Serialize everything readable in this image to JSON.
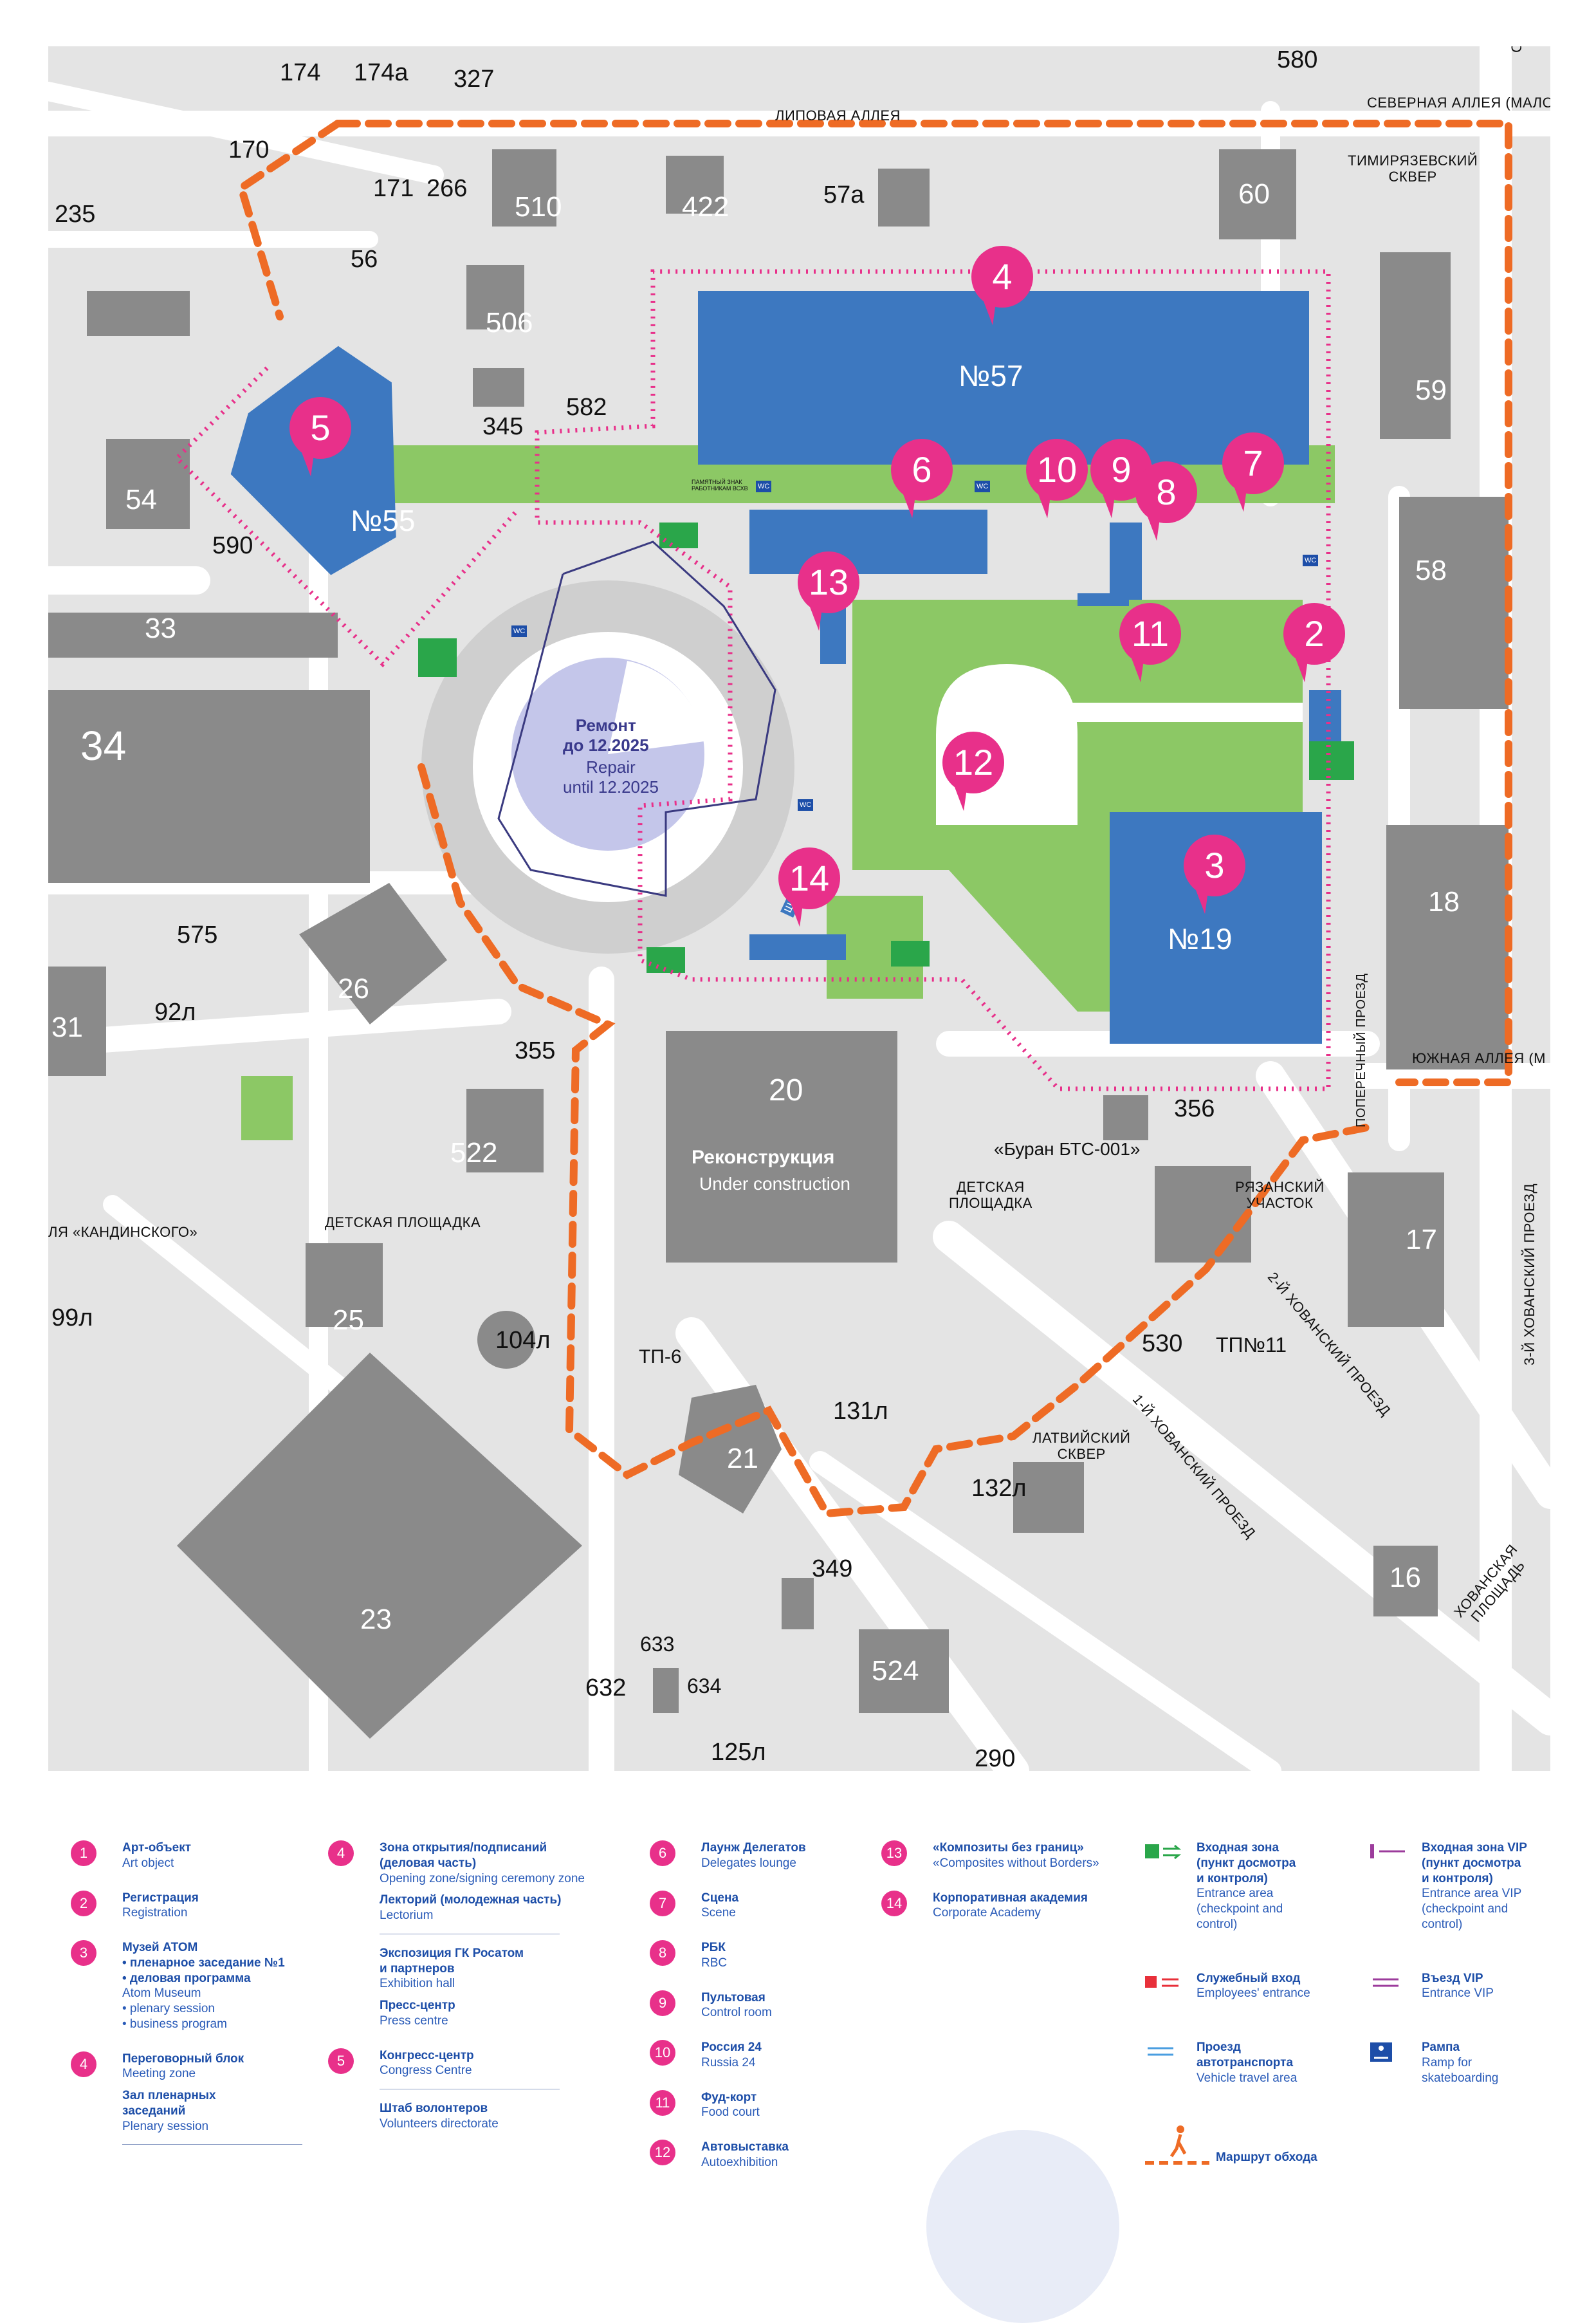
{
  "colors": {
    "pin": "#e8308a",
    "pavilion_blue": "#3d78c0",
    "lawn_green": "#8cc865",
    "building_gray": "#8a8a8a",
    "road_white": "#ffffff",
    "ground": "#e4e4e4",
    "route_orange": "#ee6b25",
    "zone_pink": "#e8308a",
    "legend_text": "#1d4ea8"
  },
  "map": {
    "building_numbers": [
      "174",
      "174а",
      "327",
      "580",
      "170",
      "171",
      "266",
      "235",
      "56",
      "510",
      "422",
      "57а",
      "60",
      "506",
      "345",
      "582",
      "54",
      "590",
      "33",
      "59",
      "58",
      "34",
      "575",
      "92л",
      "31",
      "26",
      "355",
      "20",
      "356",
      "522",
      "99л",
      "25",
      "104л",
      "ТП-6",
      "131л",
      "530",
      "ТП№11",
      "132л",
      "21",
      "349",
      "16",
      "23",
      "633",
      "524",
      "632",
      "634",
      "125л",
      "290",
      "17",
      "18"
    ],
    "streets": {
      "lipovaya": "ЛИПОВАЯ АЛЛЕЯ",
      "severnaya": "СЕВЕРНАЯ АЛЛЕЯ (МАЛО",
      "sir": "СИР",
      "timiryazev": "ТИМИРЯЗЕВСКИЙ\nСКВЕР",
      "yuzhnaya": "ЮЖНАЯ АЛЛЕЯ (М",
      "poperechny": "ПОПЕРЕЧНЫЙ ПРОЕЗД",
      "kandinsky": "ЛЯ «КАНДИНСКОГО»",
      "detskaya1": "ДЕТСКАЯ ПЛОЩАДКА",
      "detskaya2": "ДЕТСКАЯ\nПЛОЩАДКА",
      "buran": "«Буран БТС-001»",
      "ryazan": "РЯЗАНСКИЙ\nУЧАСТОК",
      "khovansky2": "2-Й ХОВАНСКИЙ ПРОЕЗД",
      "khovansky3": "3-Й ХОВАНСКИЙ ПРОЕЗД",
      "khovansky1": "1-Й ХОВАНСКИЙ ПРОЕЗД",
      "latvian": "ЛАТВИЙСКИЙ\nСКВЕР",
      "khovanskaya": "ХОВАНСКАЯ\nПЛОЩАДЬ",
      "memorial": "ПАМЯТНЫЙ ЗНАК\nРАБОТНИКАМ ВСХВ",
      "shatl": "Шатл Б"
    },
    "halls": {
      "h57": "№57",
      "h55": "№55",
      "h19": "№19"
    },
    "repair": {
      "ru": "Ремонт\nдо 12.2025",
      "en": "Repair\nuntil 12.2025"
    },
    "reconstruction": {
      "ru": "Реконструкция",
      "en": "Under construction"
    },
    "wc": "WC",
    "pins": [
      "4",
      "5",
      "6",
      "10",
      "9",
      "8",
      "7",
      "13",
      "2",
      "11",
      "12",
      "3",
      "14"
    ]
  },
  "legend": {
    "col1": [
      {
        "num": "1",
        "ru": "Арт-объект",
        "en": "Art object"
      },
      {
        "num": "2",
        "ru": "Регистрация",
        "en": "Registration"
      },
      {
        "num": "3",
        "ru": "Музей АТОМ\n• пленарное заседание №1\n• деловая программа",
        "en": "Atom Museum\n• plenary session\n• business program"
      },
      {
        "num": "4",
        "ru": "Переговорный блок",
        "en": "Meeting zone",
        "sub_ru": "Зал пленарных\nзаседаний",
        "sub_en": "Plenary session"
      }
    ],
    "col2": [
      {
        "num": "4",
        "ru": "Зона открытия/подписаний\n(деловая часть)",
        "en": "Opening zone/signing ceremony zone",
        "sub_ru": "Лекторий (молодежная часть)",
        "sub_en": "Lectorium",
        "sub2_ru": "Экспозиция ГК Росатом\nи партнеров",
        "sub2_en": "Exhibition hall",
        "sub3_ru": "Пресс-центр",
        "sub3_en": "Press centre"
      },
      {
        "num": "5",
        "ru": "Конгресс-центр",
        "en": "Congress Centre",
        "sub_ru": "Штаб волонтеров",
        "sub_en": "Volunteers directorate"
      }
    ],
    "col3": [
      {
        "num": "6",
        "ru": "Лаунж Делегатов",
        "en": "Delegates  lounge"
      },
      {
        "num": "7",
        "ru": "Сцена",
        "en": "Scene"
      },
      {
        "num": "8",
        "ru": "РБК",
        "en": "RBC"
      },
      {
        "num": "9",
        "ru": "Пультовая",
        "en": "Control room"
      },
      {
        "num": "10",
        "ru": "Россия 24",
        "en": "Russia 24"
      },
      {
        "num": "11",
        "ru": "Фуд-корт",
        "en": "Food court"
      },
      {
        "num": "12",
        "ru": "Автовыставка",
        "en": "Autoexhibition"
      }
    ],
    "col4": [
      {
        "num": "13",
        "ru": "«Композиты без границ»",
        "en": "«Composites without Borders»"
      },
      {
        "num": "14",
        "ru": "Корпоративная академия",
        "en": "Corporate Academy"
      }
    ],
    "col5": [
      {
        "ru": "Входная зона\n(пункт досмотра\nи контроля)",
        "en": "Entrance area\n(checkpoint and\ncontrol)"
      },
      {
        "ru": "Служебный вход",
        "en": "Employees' entrance"
      },
      {
        "ru": "Проезд\nавтотранспорта",
        "en": "Vehicle travel area"
      },
      {
        "ru": "Маршрут обхода",
        "en": ""
      }
    ],
    "col6": [
      {
        "ru": "Входная зона VIP\n(пункт досмотра\nи контроля)",
        "en": "Entrance area VIP\n(checkpoint and\ncontrol)"
      },
      {
        "ru": "Въезд VIP",
        "en": "Entrance VIP"
      },
      {
        "ru": "Рампа",
        "en": "Ramp for\nskateboarding"
      }
    ]
  }
}
